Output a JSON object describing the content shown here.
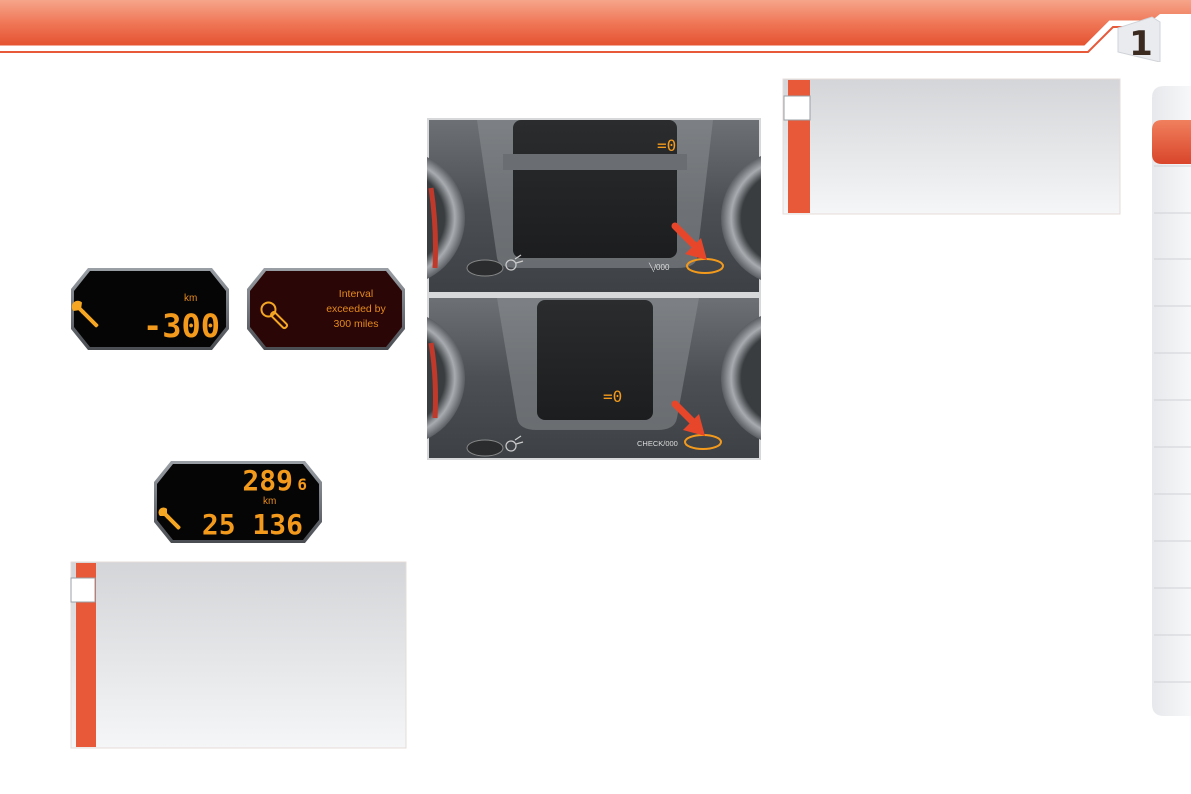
{
  "header": {
    "chapter_number": "1"
  },
  "colors": {
    "accent": "#e8593a",
    "accent_dark": "#c8402a",
    "lcd_orange": "#f39a1c"
  },
  "displays": {
    "km_display": {
      "icon": "wrench-icon",
      "unit": "km",
      "value": "-300"
    },
    "miles_display": {
      "icon": "wrench-icon",
      "lines": [
        "Interval",
        "exceeded by",
        "300 miles"
      ]
    },
    "odometer_display": {
      "icon": "wrench-icon",
      "trip": "289",
      "trip_decimal": "6",
      "unit": "km",
      "total": "25 136"
    }
  },
  "dashboard": {
    "top_panel": {
      "readout": "=0",
      "button_label": "╲/000"
    },
    "bottom_panel": {
      "readout": "=0",
      "button_label": "CHECK/000"
    }
  }
}
